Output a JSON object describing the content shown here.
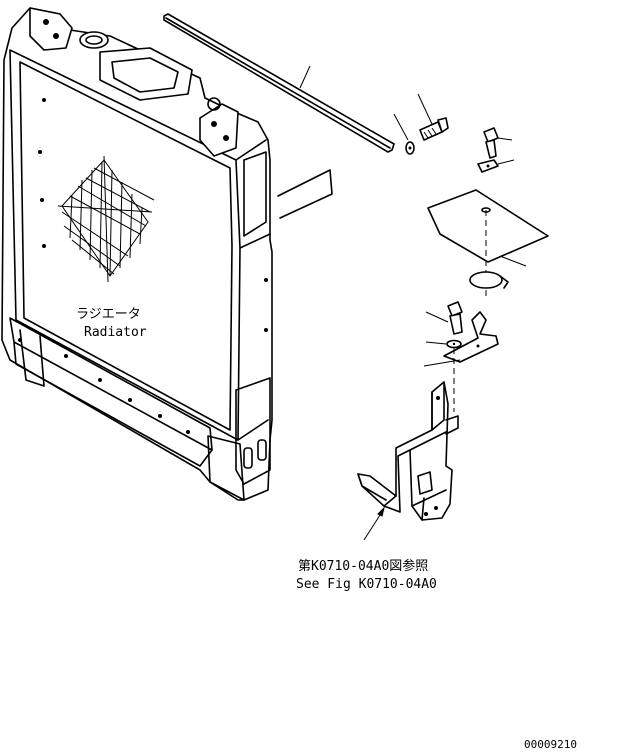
{
  "labels": {
    "radiator_jp": "ラジエータ",
    "radiator_en": "Radiator",
    "reference_jp": "第K0710-04A0図参照",
    "reference_en": "See Fig K0710-04A0",
    "drawing_number": "00009210"
  }
}
